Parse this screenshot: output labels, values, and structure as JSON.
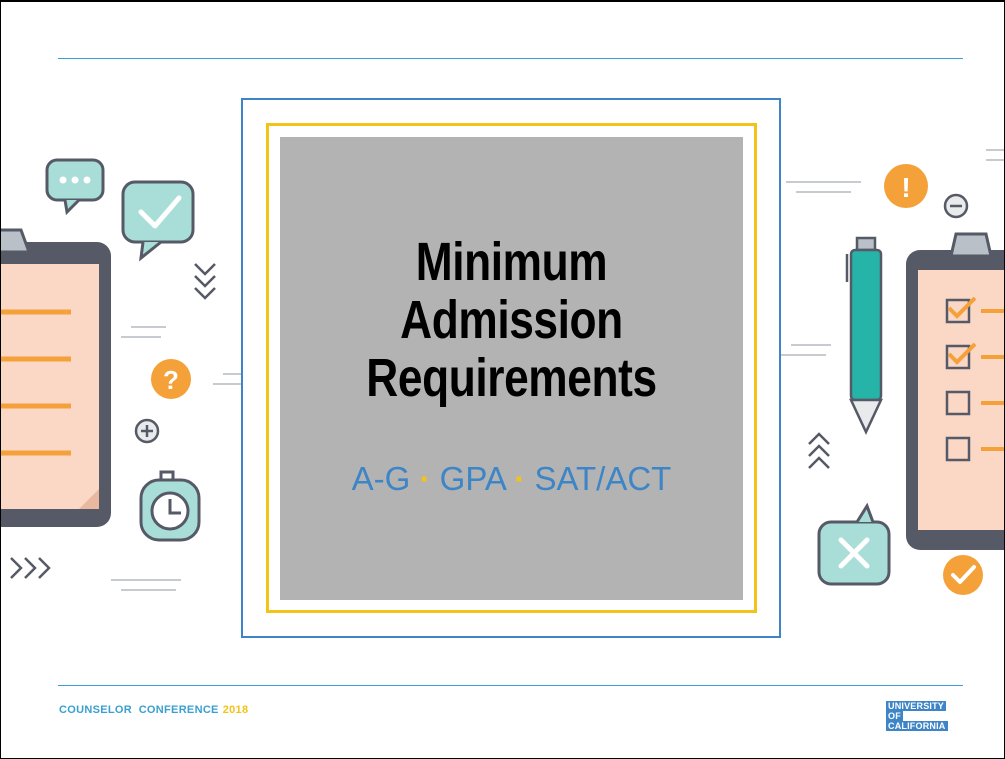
{
  "slide": {
    "title_line1": "Minimum",
    "title_line2": "Admission",
    "title_line3": "Requirements",
    "subtitle": {
      "part1": "A-G",
      "separator": "·",
      "part2": "GPA",
      "part3": "SAT/ACT"
    }
  },
  "footer": {
    "event": "COUNSELOR  CONFERENCE",
    "year": "2018",
    "logo_line1": "UNIVERSITY",
    "logo_line2": "OF",
    "logo_line3": "CALIFORNIA"
  },
  "decorations": {
    "left_icons": [
      "clipboard-icon",
      "chat-bubble-dots-icon",
      "chat-bubble-check-icon",
      "triple-chevron-down-icon",
      "question-mark-icon",
      "plus-circle-icon",
      "alarm-clock-icon",
      "triple-chevron-right-icon"
    ],
    "right_icons": [
      "exclamation-icon",
      "minus-circle-icon",
      "pen-icon",
      "checklist-clipboard-icon",
      "triple-chevron-up-icon",
      "chat-bubble-x-icon",
      "check-circle-icon"
    ]
  },
  "colors": {
    "accent_blue": "#3d85c6",
    "rule_blue": "#3aa0d0",
    "accent_yellow": "#f2c318",
    "orange": "#f5a13a",
    "teal": "#a9ddd8",
    "panel_grey": "#b3b3b3",
    "clipboard_pink": "#fbd8c6"
  }
}
